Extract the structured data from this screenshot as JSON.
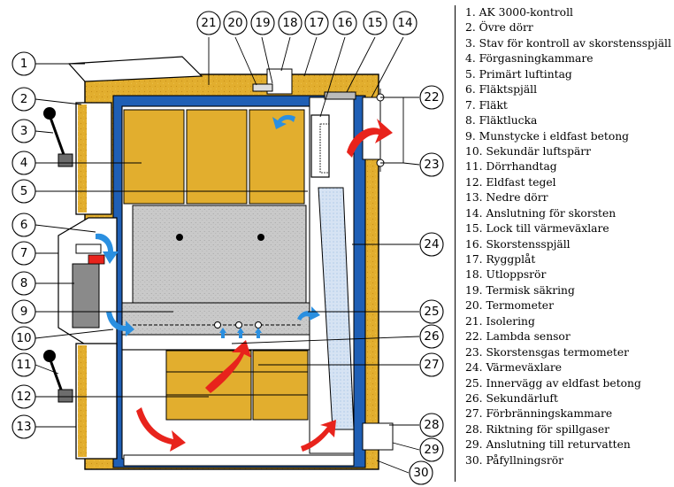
{
  "legend": [
    "1. AK 3000-kontroll",
    "2. Övre dörr",
    "3. Stav för kontroll av skorstensspjäll",
    "4. Förgasningkammare",
    "5. Primärt luftintag",
    "6. Fläktspjäll",
    "7. Fläkt",
    "8. Fläktlucka",
    "9. Munstycke i eldfast betong",
    "10. Sekundär luftspärr",
    "11. Dörrhandtag",
    "12. Eldfast tegel",
    "13. Nedre dörr",
    "14. Anslutning för skorsten",
    "15. Lock till värmeväxlare",
    "16. Skorstensspjäll",
    "17. Ryggplåt",
    "18. Utloppsrör",
    "19. Termisk säkring",
    "20. Termometer",
    "21.  Isolering",
    "22. Lambda sensor",
    "23. Skorstensgas termometer",
    "24. Värmeväxlare",
    "25. Innervägg av eldfast betong",
    "26. Sekundärluft",
    "27. Förbränningskammare",
    "28. Riktning för spillgaser",
    "29. Anslutning till returvatten",
    "30. Påfyllningsrör"
  ],
  "callouts": [
    "1",
    "2",
    "3",
    "4",
    "5",
    "6",
    "7",
    "8",
    "9",
    "10",
    "11",
    "12",
    "13",
    "14",
    "15",
    "16",
    "17",
    "18",
    "19",
    "20",
    "21",
    "22",
    "23",
    "24",
    "25",
    "26",
    "27",
    "28",
    "29",
    "30"
  ],
  "colors": {
    "insulation": "#E2AE2E",
    "water_jacket": "#1F5FB5",
    "refractory": "#BFBFBF",
    "flow_arrow": "#E8231C",
    "air_arrow": "#2A8FE0",
    "outline": "#000000"
  }
}
